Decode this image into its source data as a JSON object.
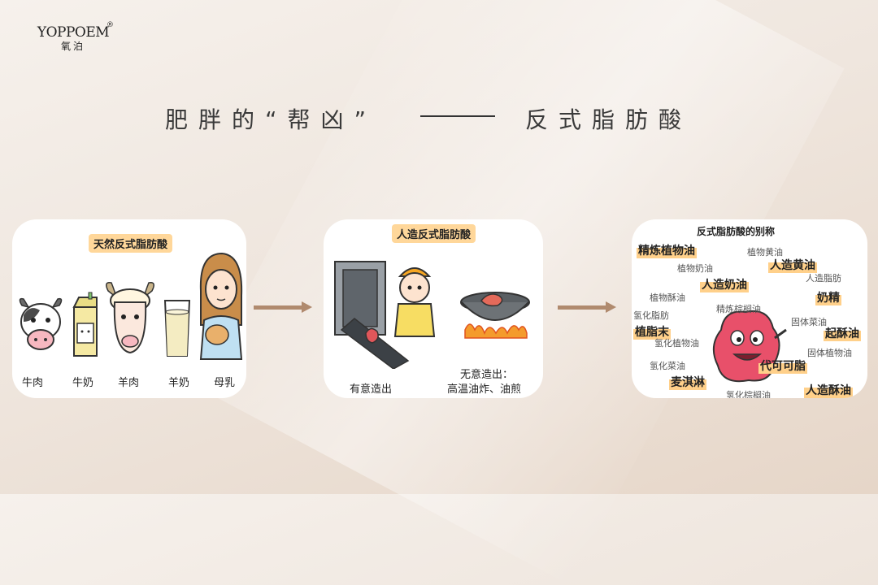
{
  "logo": {
    "brand": "YOPPOEM",
    "reg": "®",
    "chinese": "氧泊"
  },
  "title": {
    "left": "肥胖的“帮凶”",
    "right": "反式脂肪酸"
  },
  "cards": [
    {
      "title": "天然反式脂肪酸",
      "items": [
        "牛肉",
        "牛奶",
        "羊肉",
        "羊奶",
        "母乳"
      ]
    },
    {
      "title": "人造反式脂肪酸",
      "left_caption": "有意造出",
      "right_caption_line1": "无意造出：",
      "right_caption_line2": "高温油炸、油煎"
    },
    {
      "title": "反式脂肪酸的别称",
      "words": [
        "精炼植物油",
        "植物黄油",
        "植物奶油",
        "人造黄油",
        "人造脂肪",
        "人造奶油",
        "植物酥油",
        "奶精",
        "氢化脂肪",
        "精炼棕榈油",
        "固体菜油",
        "植脂末",
        "氢化植物油",
        "起酥油",
        "固体植物油",
        "氢化菜油",
        "代可可脂",
        "麦淇淋",
        "人造酥油",
        "氢化棕榈油"
      ]
    }
  ],
  "colors": {
    "accent": "#ffd08a",
    "arrow": "#b08a6e",
    "title": "#3a3a3a"
  }
}
